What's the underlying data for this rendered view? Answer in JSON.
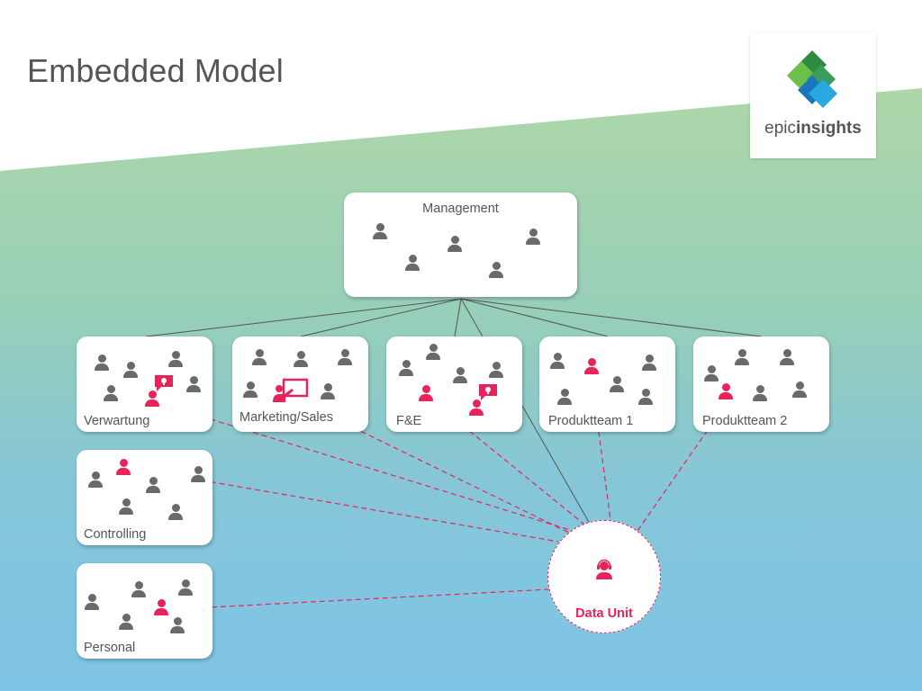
{
  "title": "Embedded Model",
  "logo": {
    "text_light": "epic",
    "text_bold": "insights",
    "icon": "diamond-stack-logo-icon",
    "colors": [
      "#2e8b3d",
      "#5cb85c",
      "#1b75bc",
      "#29a8e0"
    ]
  },
  "colors": {
    "accent": "#e6245a",
    "person": "#6a6a6a",
    "line": "#555555"
  },
  "nodes": {
    "management": "Management",
    "verwartung": "Verwartung",
    "marketing": "Marketing/Sales",
    "fe": "F&E",
    "produktteam1": "Produktteam 1",
    "produktteam2": "Produktteam 2",
    "controlling": "Controlling",
    "personal": "Personal",
    "data_unit": "Data Unit"
  },
  "edges": {
    "hierarchy": [
      [
        "Management",
        "Verwartung"
      ],
      [
        "Management",
        "Marketing/Sales"
      ],
      [
        "Management",
        "F&E"
      ],
      [
        "Management",
        "Produktteam 1"
      ],
      [
        "Management",
        "Produktteam 2"
      ],
      [
        "Management",
        "Data Unit"
      ]
    ],
    "embedded": [
      [
        "Verwartung",
        "Data Unit"
      ],
      [
        "Marketing/Sales",
        "Data Unit"
      ],
      [
        "F&E",
        "Data Unit"
      ],
      [
        "Produktteam 1",
        "Data Unit"
      ],
      [
        "Produktteam 2",
        "Data Unit"
      ],
      [
        "Controlling",
        "Data Unit"
      ],
      [
        "Personal",
        "Data Unit"
      ]
    ]
  }
}
